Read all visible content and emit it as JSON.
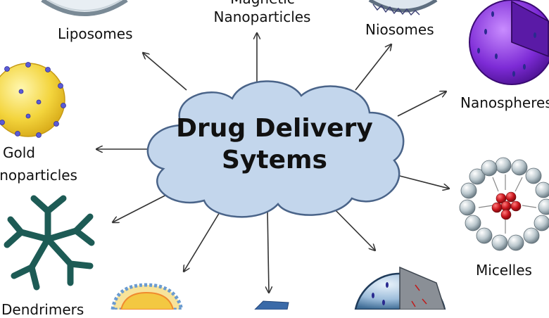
{
  "center": {
    "line1": "Drug Delivery",
    "line2": "Sytems",
    "cloud_color": "#c3d6ec",
    "cloud_border": "#4a6489"
  },
  "nodes": {
    "liposomes": "Liposomes",
    "magnetic_line1": "Magnetic",
    "magnetic_line2": "Nanoparticles",
    "niosomes": "Niosomes",
    "nanospheres": "Nanospheres",
    "gold_line1": "Gold",
    "gold_line2": "Nanoparticles",
    "micelles": "Micelles",
    "dendrimers": "Dendrimers"
  },
  "colors": {
    "gold_particle": "#f3d43c",
    "nanosphere": "#7d2bd6",
    "dendrimer": "#1d5b55",
    "micelle_head": "#b9c6cc",
    "micelle_core": "#c9151d",
    "arrow": "#333333"
  }
}
